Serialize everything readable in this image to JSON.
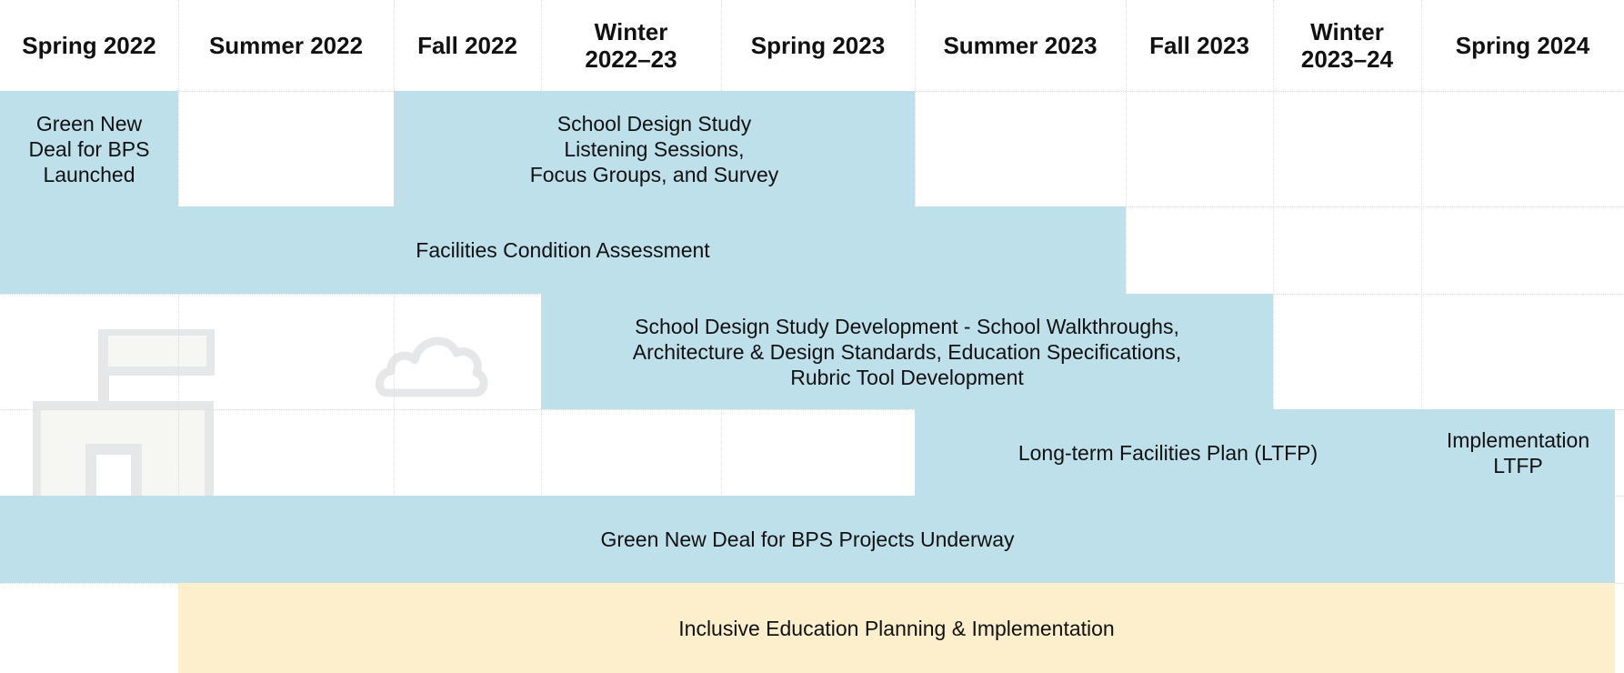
{
  "headers": [
    "Spring 2022",
    "Summer 2022",
    "Fall 2022",
    "Winter\n2022–23",
    "Spring 2023",
    "Summer 2023",
    "Fall 2023",
    "Winter\n2023–24",
    "Spring 2024"
  ],
  "bars": [
    {
      "id": "green-new-deal-launched",
      "label": "Green New\nDeal for BPS\nLaunched",
      "color": "blue"
    },
    {
      "id": "school-design-study-listening",
      "label": "School Design Study\nListening Sessions,\nFocus Groups, and Survey",
      "color": "blue"
    },
    {
      "id": "facilities-condition-assessment",
      "label": "Facilities Condition Assessment",
      "color": "blue"
    },
    {
      "id": "school-design-study-development",
      "label": "School Design Study Development - School Walkthroughs,\nArchitecture & Design Standards, Education Specifications,\nRubric Tool Development",
      "color": "blue"
    },
    {
      "id": "ltfp",
      "label": "Long-term Facilities Plan (LTFP)",
      "color": "blue"
    },
    {
      "id": "implementation-ltfp",
      "label": "Implementation\nLTFP",
      "color": "blue"
    },
    {
      "id": "gnd-projects-underway",
      "label": "Green New Deal for BPS Projects Underway",
      "color": "blue"
    },
    {
      "id": "inclusive-education",
      "label": "Inclusive Education Planning & Implementation",
      "color": "yellow"
    }
  ],
  "colors": {
    "blue": "#bee0eb",
    "yellow": "#fdefcb"
  },
  "decorations": [
    "school-building-icon",
    "cloud-icon"
  ]
}
